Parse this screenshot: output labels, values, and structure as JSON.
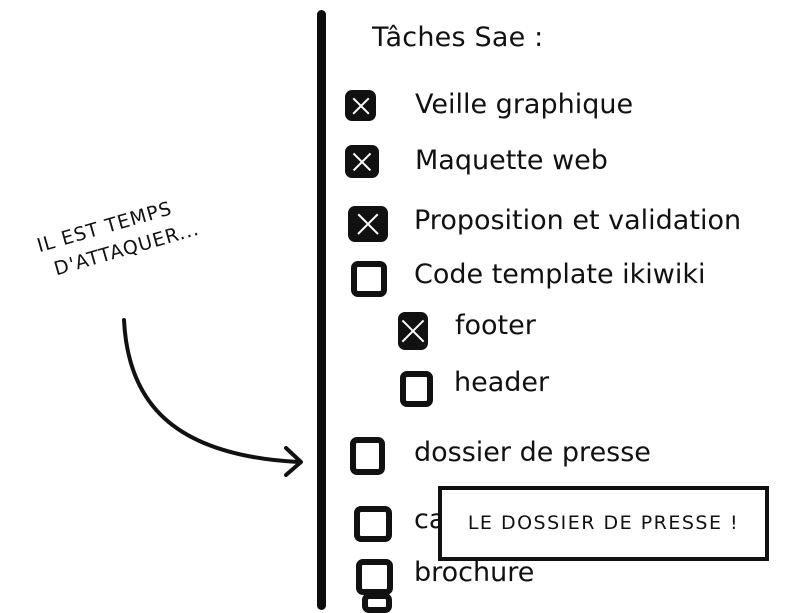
{
  "title": "Tâches Sae :",
  "tasks": [
    {
      "label": "Veille graphique",
      "checked": true
    },
    {
      "label": "Maquette web",
      "checked": true
    },
    {
      "label": "Proposition et validation",
      "checked": true
    },
    {
      "label": "Code template ikiwiki",
      "checked": false
    },
    {
      "label": "footer",
      "checked": true
    },
    {
      "label": "header",
      "checked": false
    },
    {
      "label": "dossier de presse",
      "checked": false
    },
    {
      "label": "ca",
      "checked": false
    },
    {
      "label": "brochure",
      "checked": false
    }
  ],
  "note": {
    "line1": "Il est temps",
    "line2": "d'attaquer..."
  },
  "callout": "Le dossier de presse !"
}
